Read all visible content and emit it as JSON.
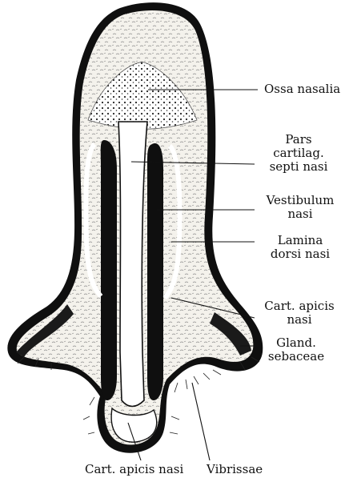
{
  "labels": {
    "ossa_nasalia": "Ossa nasalia",
    "pars_cartilag": [
      "Pars",
      "cartilag.",
      "septi nasi"
    ],
    "vestibulum": [
      "Vestibulum",
      "nasi"
    ],
    "lamina": [
      "Lamina",
      "dorsi nasi"
    ],
    "cart_apicis_right": [
      "Cart. apicis",
      "nasi"
    ],
    "gland": [
      "Gland.",
      "sebaceae"
    ],
    "cart_apicis_bottom": "Cart. apicis nasi",
    "vibrissae": "Vibrissae"
  },
  "colors": {
    "ink": "#111111",
    "skin": "#0d0d0d",
    "tissue": "#f2f0ea",
    "paper": "#ffffff"
  }
}
